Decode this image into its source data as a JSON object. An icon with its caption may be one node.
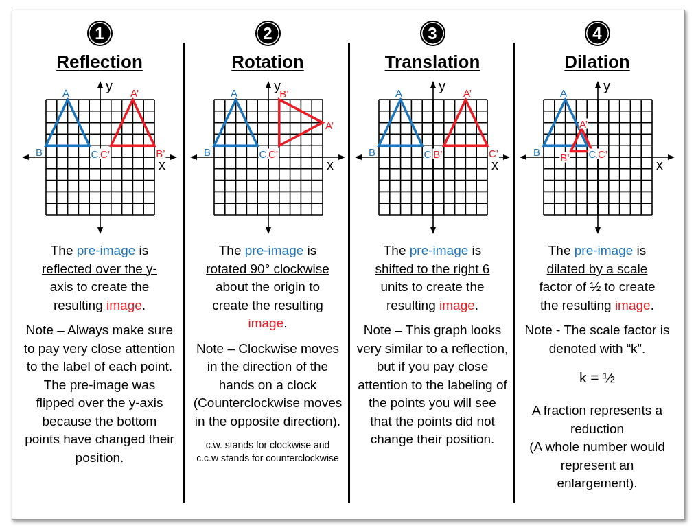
{
  "diagram": {
    "nodes": [
      {
        "text": [
          "1"
        ],
        "beside": [
          "Reflection"
        ]
      },
      {
        "text": [
          "2"
        ],
        "beside": [
          "Rotation"
        ]
      },
      {
        "text": [
          "3"
        ],
        "beside": [
          "Translation"
        ]
      },
      {
        "text": [
          "4"
        ],
        "beside": [
          "Dilation"
        ]
      }
    ],
    "edges": [],
    "labels": [
      "y",
      "A",
      "A’",
      "B",
      "C",
      "C’",
      "B’",
      "x",
      "The *pre-image* is **reflected over the y-axis** to create the resulting *image*.",
      "Note – Always make sure to pay very close attention to the label of each point. The pre-image was flipped over the y-axis because the bottom points have changed their position.",
      "y",
      "A",
      "B’",
      "A’",
      "B",
      "C",
      "C’",
      "x",
      "The *pre-image* is **rotated 90° clockwise** about the origin to create the resulting *image*.",
      "Note – Clockwise moves in the direction of the hands on a clock (Counterclockwise moves in the opposite direction).",
      "c.w. stands for clockwise and c.c.w stands for counterclockwise",
      "y",
      "A",
      "A’",
      "B",
      "C",
      "B’",
      "C’",
      "x",
      "The *pre-image* is **shifted to the right 6 units** to create the resulting *image*.",
      "Note – This graph looks very similar to a reflection, but if you pay close attention to the labeling of the points you will see that the points did not change their position.",
      "y",
      "A",
      "A’",
      "B",
      "B’",
      "C",
      "C’",
      "x",
      "The *pre-image* is **dilated by a scale factor of ½** to create the resulting *image*.",
      "Note - The scale factor is denoted with “k”.",
      "k = ½",
      "A fraction represents a reduction",
      "(A whole number would represent an enlargement)."
    ]
  }
}
